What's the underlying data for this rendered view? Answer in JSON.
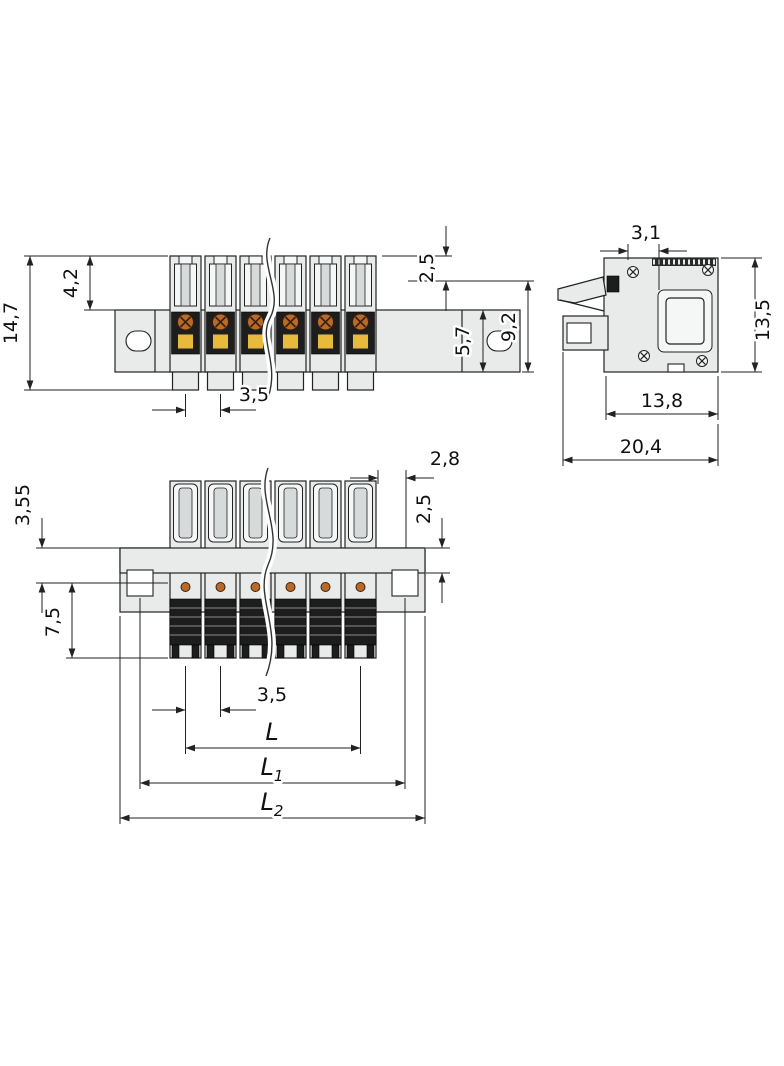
{
  "colors": {
    "line": "#222222",
    "body_fill": "#e9ebeb",
    "inner_fill": "#f5f6f6",
    "slot_fill": "#d7dada",
    "dark_fill": "#1d1d1d",
    "stripe": "#8a8a8a",
    "screw_orange": "#b76b2a",
    "clamp_yellow": "#e8ba3c",
    "text": "#111111",
    "background": "#ffffff"
  },
  "dims": {
    "front": {
      "total_height": "14,7",
      "upper_height": "4,2",
      "top_offset": "2,5",
      "rail_height": "5,7",
      "body_height": "9,2",
      "pitch": "3,5"
    },
    "side": {
      "latch_width": "3,1",
      "height": "13,5",
      "body_depth": "13,8",
      "total_depth": "20,4"
    },
    "plan": {
      "flange_offset": "3,55",
      "body_width": "7,5",
      "rear_offset": "2,8",
      "flange_thickness": "2,5",
      "pitch": "3,5",
      "length_pole_span": {
        "main": "L",
        "sub": ""
      },
      "length_fixing_centers": {
        "main": "L",
        "sub": "1"
      },
      "length_overall": {
        "main": "L",
        "sub": "2"
      }
    }
  }
}
